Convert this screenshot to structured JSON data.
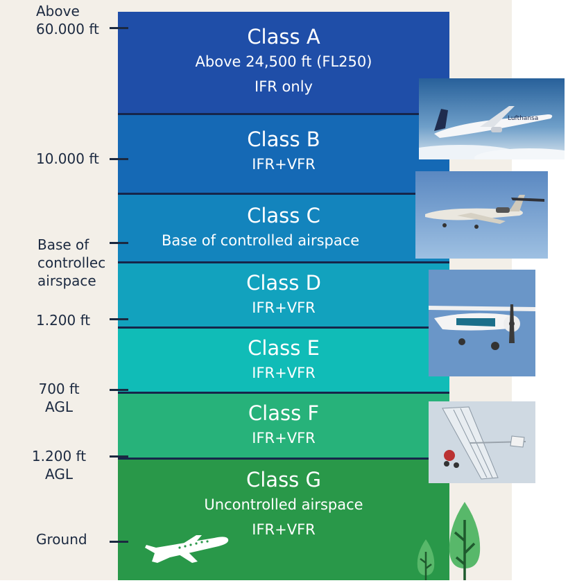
{
  "altitudes": [
    {
      "id": "above60k",
      "lines": [
        "Above",
        "60.000 ft"
      ]
    },
    {
      "id": "10k",
      "lines": [
        "10.000 ft"
      ]
    },
    {
      "id": "base",
      "lines": [
        "Base of",
        "controllec",
        "airspace"
      ]
    },
    {
      "id": "1200",
      "lines": [
        "1.200 ft"
      ]
    },
    {
      "id": "700agl",
      "lines": [
        "700 ft",
        "AGL"
      ]
    },
    {
      "id": "1200agl",
      "lines": [
        "1.200 ft",
        "AGL"
      ]
    },
    {
      "id": "ground",
      "lines": [
        "Ground"
      ]
    }
  ],
  "classes": [
    {
      "title": "Class A",
      "lines": [
        "Above 24,500 ft (FL250)",
        "IFR only"
      ],
      "color": "#1f4ea8"
    },
    {
      "title": "Class B",
      "lines": [
        "IFR+VFR"
      ],
      "color": "#1569b5"
    },
    {
      "title": "Class C",
      "lines": [
        "Base of controlled airspace"
      ],
      "color": "#1384bd"
    },
    {
      "title": "Class D",
      "lines": [
        "IFR+VFR"
      ],
      "color": "#12a2be"
    },
    {
      "title": "Class E",
      "lines": [
        "IFR+VFR"
      ],
      "color": "#10bcb7"
    },
    {
      "title": "Class F",
      "lines": [
        "IFR+VFR"
      ],
      "color": "#27b27a"
    },
    {
      "title": "Class G",
      "lines": [
        "Uncontrolled airspace",
        "IFR+VFR"
      ],
      "color": "#299849"
    }
  ],
  "photos": {
    "airliner_text": "Lufthansa"
  }
}
